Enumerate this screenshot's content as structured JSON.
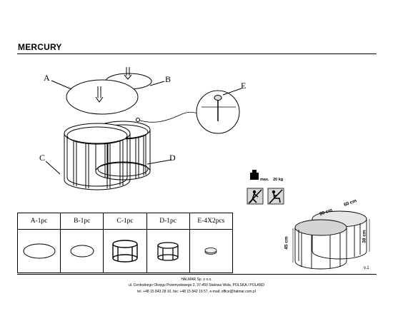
{
  "title": "MERCURY",
  "version": "v.1",
  "callouts": {
    "a": "A",
    "b": "B",
    "c": "C",
    "d": "D",
    "e": "E"
  },
  "parts": [
    {
      "label": "A-1pc",
      "icon": "large-tabletop-icon"
    },
    {
      "label": "B-1pc",
      "icon": "small-tabletop-icon"
    },
    {
      "label": "C-1pc",
      "icon": "large-frame-icon"
    },
    {
      "label": "D-1pc",
      "icon": "small-frame-icon"
    },
    {
      "label": "E-4X2pcs",
      "icon": "felt-pad-icon"
    }
  ],
  "max_load": {
    "prefix": "max.",
    "value": "20",
    "unit": "kg"
  },
  "dimensions": {
    "large_diameter": "80 cm",
    "small_diameter": "60 cm",
    "large_height": "45 cm",
    "small_height": "38 cm"
  },
  "footer": {
    "company": "HALMAR Sp. z o.o.",
    "address": "ul. Centralnego Okręgu Przemysłowego 2, 37-450 Stalowa Wola, POLSKA / POLAND",
    "contact": "tel. +48 15 843 28 10, fax: +48 15 842 19 57, e-mail: office@halmar.com.pl"
  }
}
